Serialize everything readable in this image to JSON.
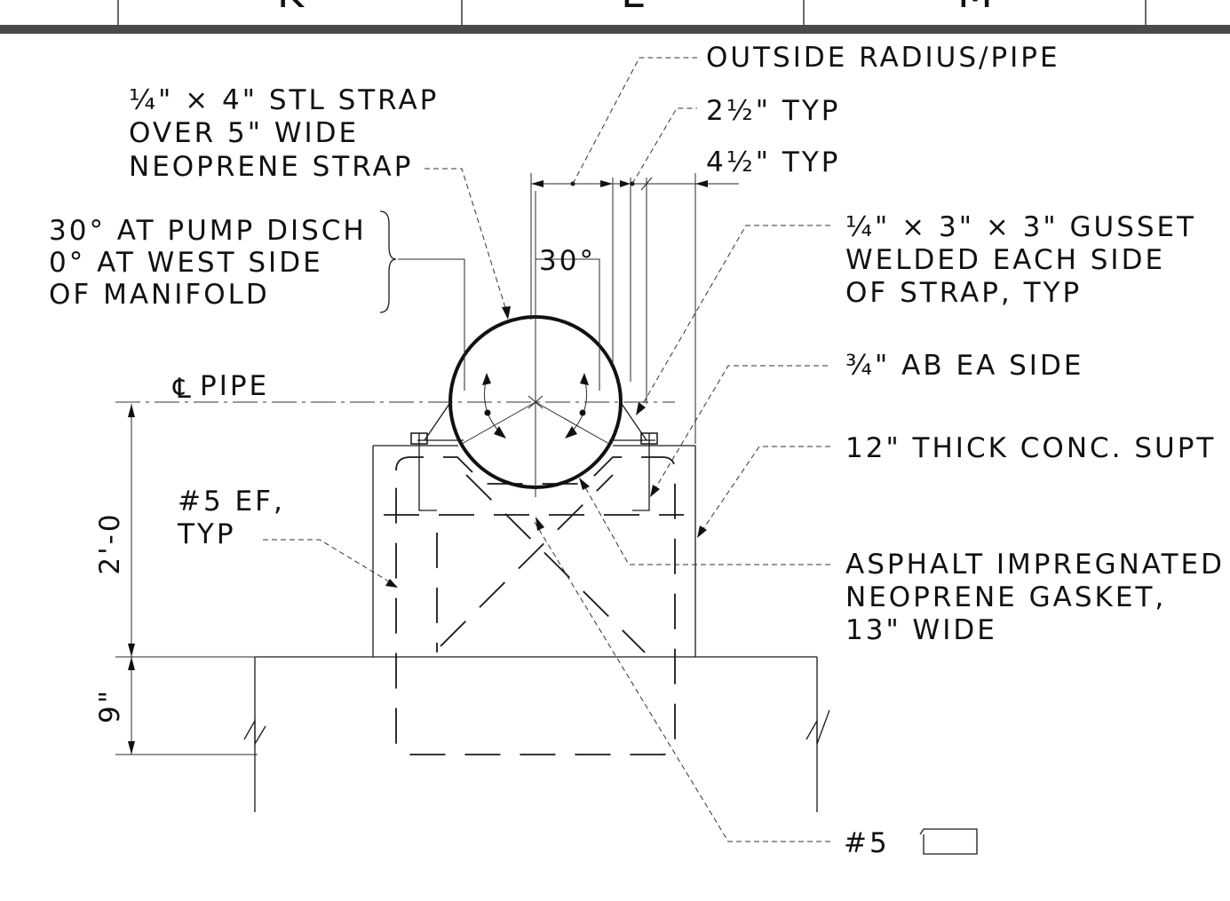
{
  "header": {
    "columns": [
      "K",
      "L",
      "M"
    ]
  },
  "labels": {
    "outside_radius": "OUTSIDE RADIUS/PIPE",
    "dim_2_5": "2½\" TYP",
    "dim_4_5": "4½\" TYP",
    "strap": [
      "¼\" × 4\" STL STRAP",
      "OVER 5\" WIDE",
      "NEOPRENE STRAP"
    ],
    "angle_note": [
      "30° AT PUMP DISCH",
      "0° AT WEST SIDE",
      "OF MANIFOLD"
    ],
    "angle_30": "30°",
    "gusset": [
      "¼\" × 3\" × 3\" GUSSET",
      "WELDED EACH SIDE",
      "OF STRAP, TYP"
    ],
    "anchor_bolt": "¾\" AB EA SIDE",
    "pipe_cl": "PIPE",
    "conc_supt": "12\" THICK CONC. SUPT",
    "rebar_ef": [
      "#5 EF,",
      "TYP"
    ],
    "dim_2_0": "2'-0",
    "gasket": [
      "ASPHALT IMPREGNATED",
      "NEOPRENE GASKET,",
      "13\" WIDE"
    ],
    "dim_9": "9\"",
    "rebar_5": "#5"
  }
}
